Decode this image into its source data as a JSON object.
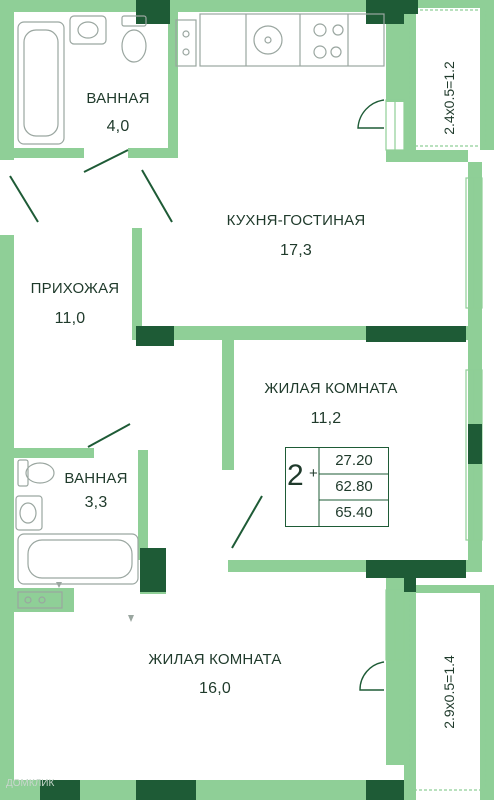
{
  "rooms": {
    "bath1": {
      "name": "ВАННАЯ",
      "area": "4,0"
    },
    "kitchen": {
      "name": "КУХНЯ-ГОСТИНАЯ",
      "area": "17,3"
    },
    "hall": {
      "name": "ПРИХОЖАЯ",
      "area": "11,0"
    },
    "bedroom1": {
      "name": "ЖИЛАЯ КОМНАТА",
      "area": "11,2"
    },
    "bath2": {
      "name": "ВАННАЯ",
      "area": "3,3"
    },
    "bedroom2": {
      "name": "ЖИЛАЯ КОМНАТА",
      "area": "16,0"
    }
  },
  "balconies": {
    "top": "2.4x0.5=1.2",
    "bottom": "2.9x0.5=1.4"
  },
  "summary": {
    "rooms": "2",
    "plus": "+",
    "living_area": "27.20",
    "total_area": "62.80",
    "total_with_balconies": "65.40"
  },
  "watermark": "ДОМКЛИК",
  "colors": {
    "wall": "#8fcf97",
    "column": "#1e5b36",
    "text": "#1f3a2b",
    "fixture": "#9aa6a0"
  }
}
